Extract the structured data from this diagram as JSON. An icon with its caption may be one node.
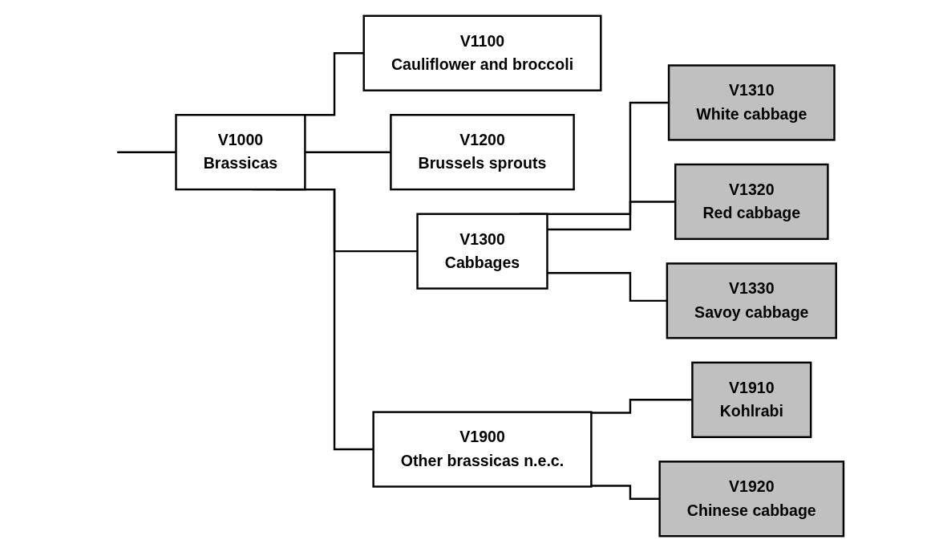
{
  "diagram": {
    "nodes": [
      {
        "text": [
          "V1000",
          "Brassicas"
        ]
      },
      {
        "text": [
          "V1100",
          "Cauliflower and broccoli"
        ]
      },
      {
        "text": [
          "V1200",
          "Brussels sprouts"
        ]
      },
      {
        "text": [
          "V1300",
          "Cabbages"
        ]
      },
      {
        "text": [
          "V1310",
          "White cabbage"
        ]
      },
      {
        "text": [
          "V1320",
          "Red cabbage"
        ]
      },
      {
        "text": [
          "V1330",
          "Savoy cabbage"
        ]
      },
      {
        "text": [
          "V1900",
          "Other brassicas n.e.c."
        ]
      },
      {
        "text": [
          "V1910",
          "Kohlrabi"
        ]
      },
      {
        "text": [
          "V1920",
          "Chinese cabbage"
        ]
      }
    ],
    "edges": [
      {
        "from": null,
        "to": 0,
        "arrow": "none"
      },
      {
        "from": 0,
        "to": 1,
        "arrow": "none"
      },
      {
        "from": 0,
        "to": 2,
        "arrow": "none"
      },
      {
        "from": 0,
        "to": 3,
        "arrow": "none"
      },
      {
        "from": 0,
        "to": 7,
        "arrow": "none"
      },
      {
        "from": 3,
        "to": 4,
        "arrow": "none"
      },
      {
        "from": 3,
        "to": 5,
        "arrow": "none"
      },
      {
        "from": 3,
        "to": 6,
        "arrow": "none"
      },
      {
        "from": 7,
        "to": 8,
        "arrow": "none"
      },
      {
        "from": 7,
        "to": 9,
        "arrow": "none"
      }
    ]
  }
}
